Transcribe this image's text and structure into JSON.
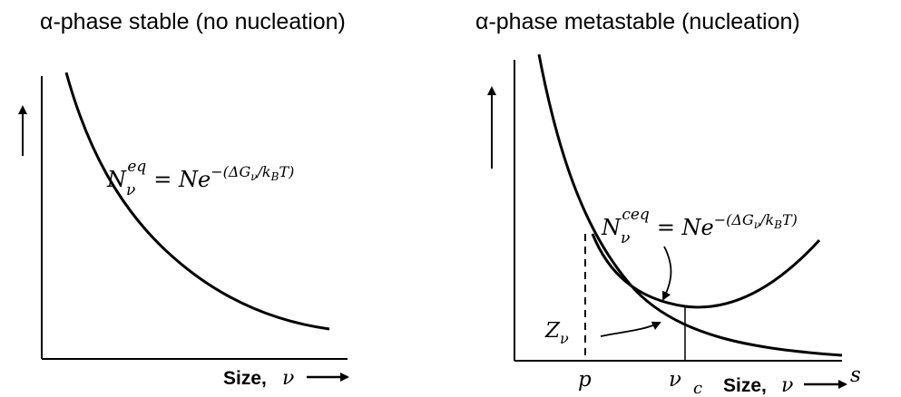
{
  "panels": [
    {
      "title": "α-phase stable (no nucleation)",
      "equation": {
        "lhs_base": "N",
        "lhs_sub": "ν",
        "lhs_sup": "eq",
        "rhs_base": "= Ne",
        "rhs_exp": "−(ΔG",
        "rhs_exp_sub1": "ν",
        "rhs_exp_mid": "/k",
        "rhs_exp_sub2": "B",
        "rhs_exp_end": "T)"
      },
      "x_axis_label": "Size,",
      "x_axis_symbol": "ν"
    },
    {
      "title": "α-phase metastable (nucleation)",
      "equation": {
        "lhs_base": "N",
        "lhs_sub": "ν",
        "lhs_sup": "ceq",
        "rhs_base": "= Ne",
        "rhs_exp": "−(ΔG",
        "rhs_exp_sub1": "ν",
        "rhs_exp_mid": "/k",
        "rhs_exp_sub2": "B",
        "rhs_exp_end": "T)"
      },
      "z_label_base": "Z",
      "z_label_sub": "ν",
      "x_axis_label": "Size,",
      "x_axis_symbol": "ν",
      "tick_p": "p",
      "tick_nu": "ν",
      "tick_c": "c",
      "tick_s": "s"
    }
  ]
}
